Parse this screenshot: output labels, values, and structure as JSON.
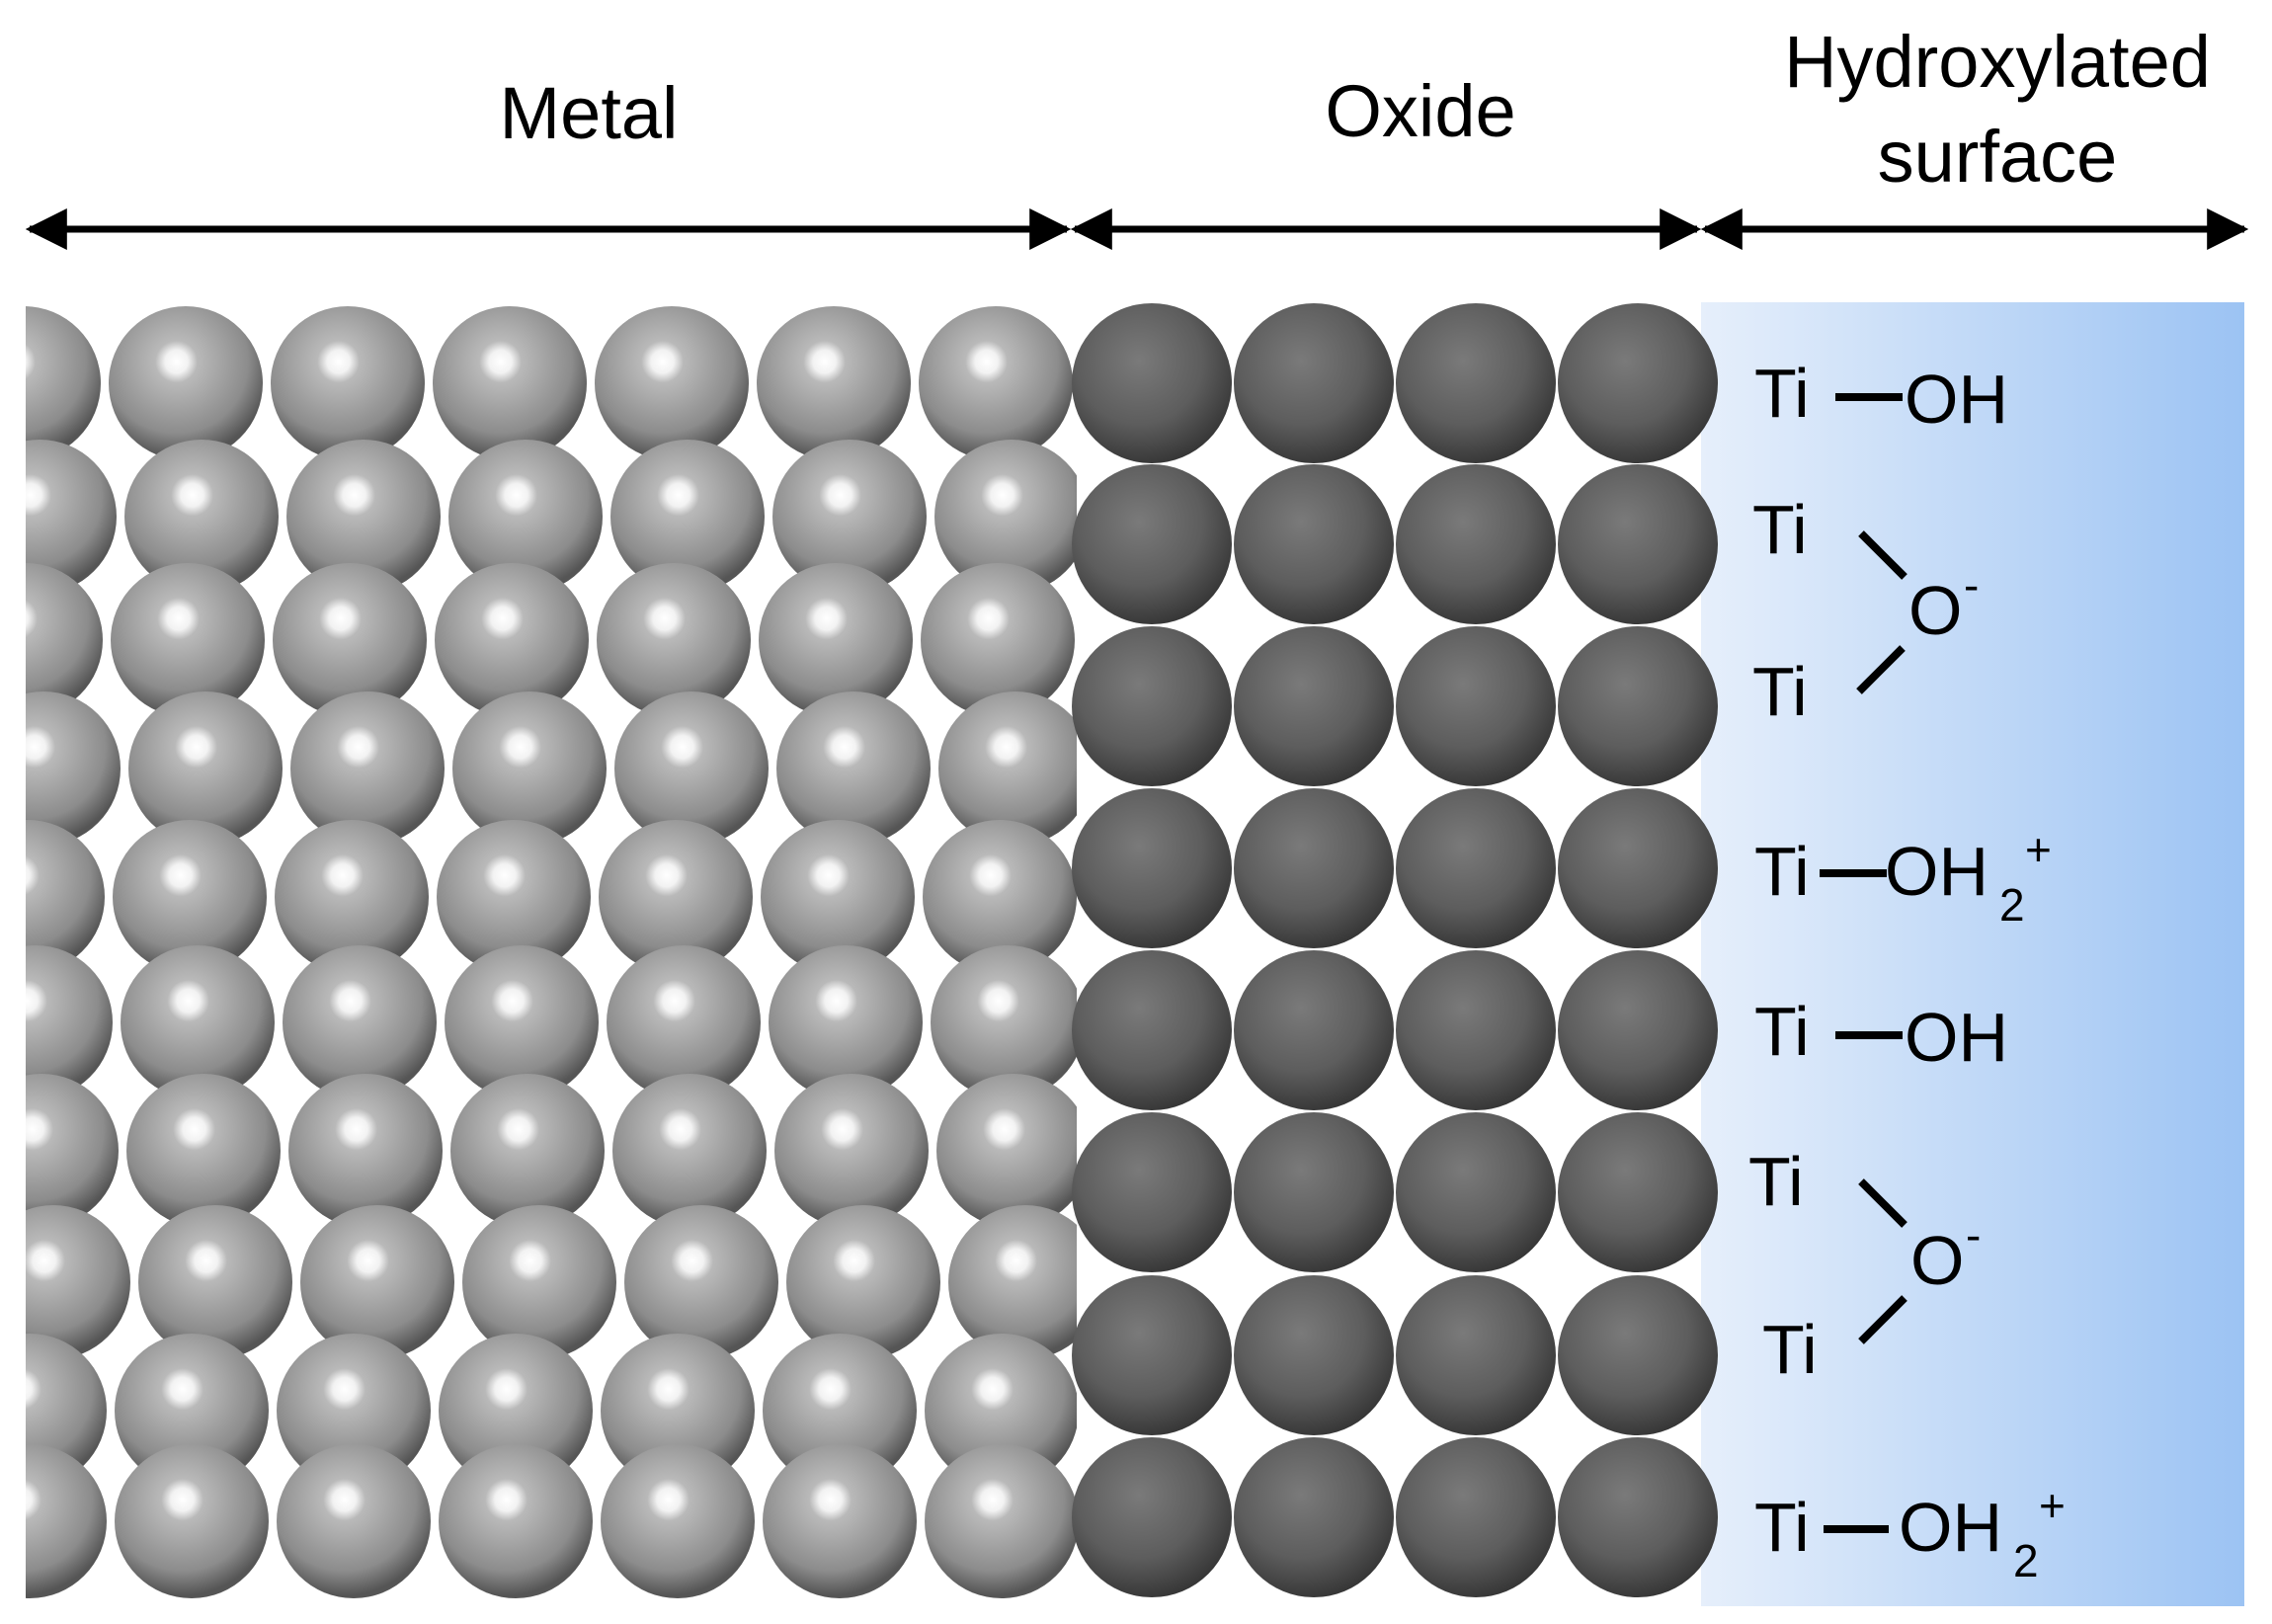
{
  "headers": {
    "metal": "Metal",
    "oxide": "Oxide",
    "surface_line1": "Hydroxylated",
    "surface_line2": "surface"
  },
  "regions": {
    "metal_color": "#9a9a9a",
    "oxide_color": "#5c5c5c",
    "surface_gradient": [
      "#e6effb",
      "#9cc3f3"
    ]
  },
  "species": {
    "ti": "Ti",
    "oh": "OH",
    "o": "O",
    "oh2": "OH",
    "two": "2",
    "plus": "+",
    "minus": "-"
  }
}
